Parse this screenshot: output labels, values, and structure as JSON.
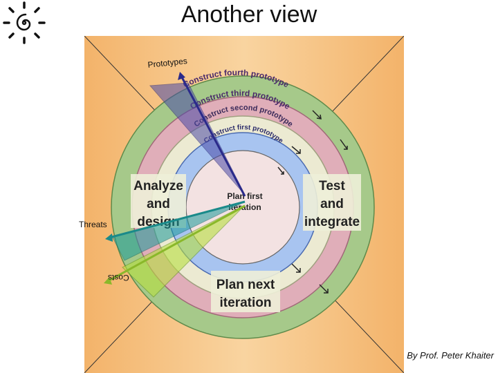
{
  "slide": {
    "title": "Another view",
    "credit": "By Prof. Peter Khaiter"
  },
  "logo": {
    "icon": "sun-spiral-icon"
  },
  "spiral": {
    "rings": [
      {
        "label": "Construct fourth prototype",
        "color": "#a6c98a"
      },
      {
        "label": "Construct third prototype",
        "color": "#e0aeb9"
      },
      {
        "label": "Construct second prototype",
        "color": "#ecead2"
      },
      {
        "label": "Construct first prototype",
        "color": "#a8c4f0"
      }
    ],
    "center": {
      "label_line1": "Plan first",
      "label_line2": "iteration",
      "color": "#f3e2e2"
    },
    "phases": {
      "left": {
        "line1": "Analyze",
        "line2": "and",
        "line3": "design"
      },
      "right": {
        "line1": "Test",
        "line2": "and",
        "line3": "integrate"
      },
      "bottom": {
        "line1": "Plan next",
        "line2": "iteration"
      }
    },
    "background": "#f6c98c"
  },
  "overlays": {
    "prototypes": {
      "label": "Prototypes",
      "color": "#3a3a9c"
    },
    "threats": {
      "label": "Threats",
      "color": "#1a9a9a"
    },
    "costs": {
      "label": "Costs",
      "color": "#a8d040"
    }
  }
}
